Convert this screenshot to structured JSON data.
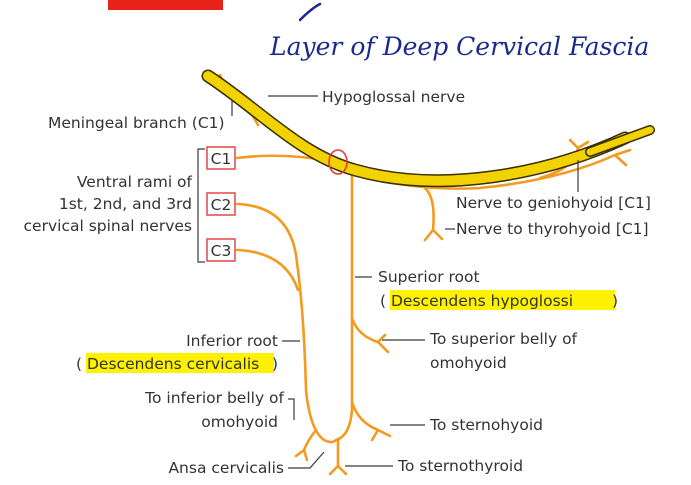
{
  "title": "Layer of Deep Cervical Fascia",
  "colors": {
    "nerve": "#f39a1f",
    "hypoglossal_fill": "#f2d200",
    "hypoglossal_stroke": "#3a3000",
    "highlight": "#fff200",
    "red_box": "#e23a3a",
    "red_bar": "#e8221a",
    "leader": "#3a3a3a",
    "handwriting": "#1a2a8c"
  },
  "labels": {
    "hypoglossal_nerve": "Hypoglossal nerve",
    "meningeal_branch": "Meningeal branch (C1)",
    "ventral_rami_1": "Ventral rami of",
    "ventral_rami_2": "1st, 2nd, and 3rd",
    "ventral_rami_3": "cervical spinal nerves",
    "nerve_geniohyoid": "Nerve to geniohyoid [C1]",
    "nerve_thyrohyoid": "Nerve to thyrohyoid [C1]",
    "superior_root": "Superior root",
    "descendens_hypoglossi": "Descendens hypoglossi",
    "inferior_root": "Inferior root",
    "descendens_cervicalis": "Descendens cervicalis",
    "to_superior_belly_1": "To superior belly of",
    "to_superior_belly_2": "omohyoid",
    "to_inferior_belly_1": "To inferior belly of",
    "to_inferior_belly_2": "omohyoid",
    "to_sternohyoid": "To sternohyoid",
    "ansa_cervicalis": "Ansa cervicalis",
    "to_sternothyroid": "To sternothyroid",
    "open_paren": "(",
    "close_paren": ")"
  },
  "spinal_segments": [
    "C1",
    "C2",
    "C3"
  ]
}
